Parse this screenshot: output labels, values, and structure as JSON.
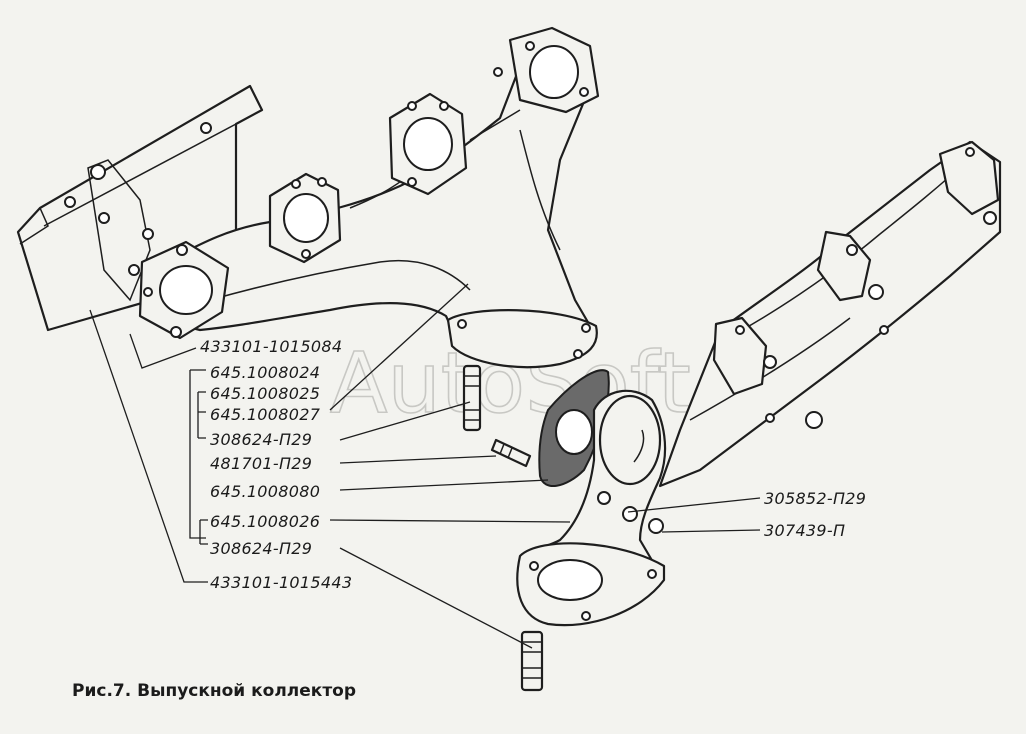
{
  "watermark": "AutoSoft",
  "caption": "Рис.7. Выпускной коллектор",
  "labels": {
    "l1": "433101-1015084",
    "l2": "645.1008024",
    "l3": "645.1008025",
    "l4": "645.1008027",
    "l5": "308624-П29",
    "l6": "481701-П29",
    "l7": "645.1008080",
    "l8": "645.1008026",
    "l9": "308624-П29",
    "l10": "433101-1015443",
    "r1": "305852-П29",
    "r2": "307439-П"
  }
}
